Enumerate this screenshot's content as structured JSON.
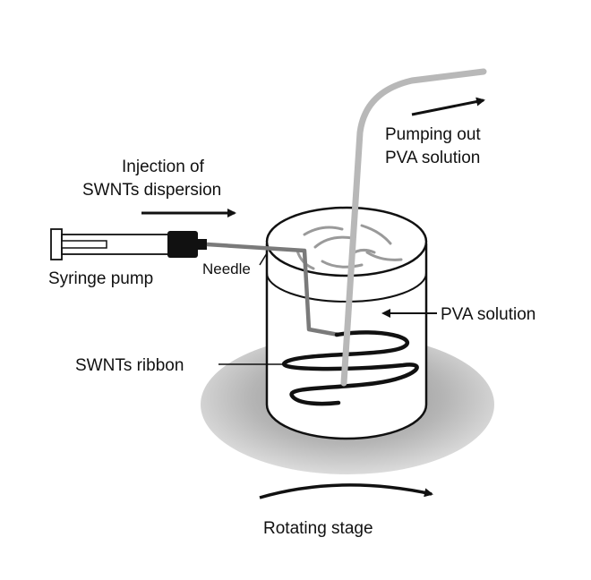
{
  "labels": {
    "injection_line1": "Injection of",
    "injection_line2": "SWNTs dispersion",
    "syringe_pump": "Syringe pump",
    "needle": "Needle",
    "pumping_line1": "Pumping out",
    "pumping_line2": "PVA solution",
    "pva_solution": "PVA solution",
    "swnts_ribbon": "SWNTs ribbon",
    "rotating_stage": "Rotating stage"
  },
  "colors": {
    "stroke": "#111111",
    "outlet_tube": "#b8b8b8",
    "needle_tube": "#7a7a7a",
    "stage_fill": "#b0b0b0",
    "swirl": "#9a9a9a"
  }
}
